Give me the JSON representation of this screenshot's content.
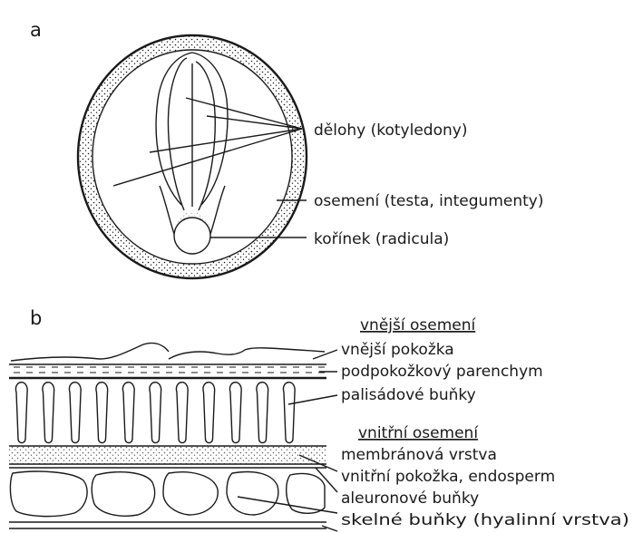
{
  "panel_a": {
    "letter": "a",
    "labels": {
      "cotyledons": "dělohy (kotyledony)",
      "testa": "osemení (testa, integumenty)",
      "radicle": "kořínek (radicula)"
    }
  },
  "panel_b": {
    "letter": "b",
    "outer_header": "vnější osemení",
    "outer_layers": [
      "vnější pokožka",
      "podpokožkový parenchym",
      "palisádové buňky"
    ],
    "inner_header": "vnitřní osemení",
    "inner_layers": [
      "membránová vrstva",
      "vnitřní pokožka, endosperm",
      "aleuronové buňky",
      "skelné buňky (hyalinní vrstva)"
    ]
  },
  "colors": {
    "ink": "#1a1a1a",
    "background": "#ffffff"
  }
}
